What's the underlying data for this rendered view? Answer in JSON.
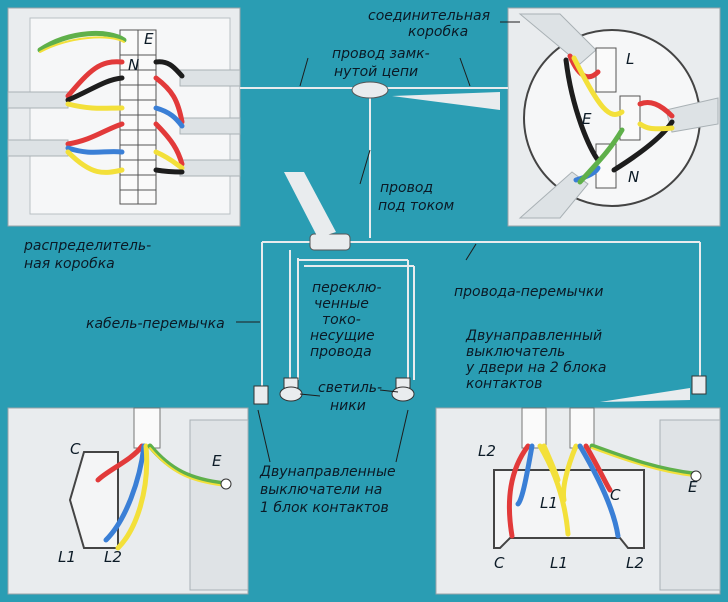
{
  "labels": {
    "junction_box_1": "соединительная",
    "junction_box_2": "коробка",
    "loop_wire_1": "провод замк-",
    "loop_wire_2": "нутой цепи",
    "live_wire_1": "провод",
    "live_wire_2": "под током",
    "dist_box_1": "распределитель-",
    "dist_box_2": "ная коробка",
    "jumper_wires": "провода-перемычки",
    "switched_1": "переклю-",
    "switched_2": "ченные",
    "switched_3": "токо-",
    "switched_4": "несущие",
    "switched_5": "провода",
    "jumper_cable": "кабель-перемычка",
    "lamps_1": "светиль-",
    "lamps_2": "ники",
    "two_way_door_1": "Двунаправленный",
    "two_way_door_2": "выключатель",
    "two_way_door_3": "у двери на 2 блока",
    "two_way_door_4": "контактов",
    "two_way_single_1": "Двунаправленные",
    "two_way_single_2": "выключатели на",
    "two_way_single_3": "1 блок контактов"
  },
  "terminals": {
    "E": "E",
    "L": "L",
    "N": "N",
    "C": "C",
    "L1": "L1",
    "L2": "L2"
  },
  "colors": {
    "background": "#2a9db3",
    "panel": "#e9ecee",
    "red": "#e23a3a",
    "yellow": "#f3e03a",
    "blue": "#3a7fd6",
    "black": "#1d1d1d",
    "green": "#5fb04a"
  }
}
